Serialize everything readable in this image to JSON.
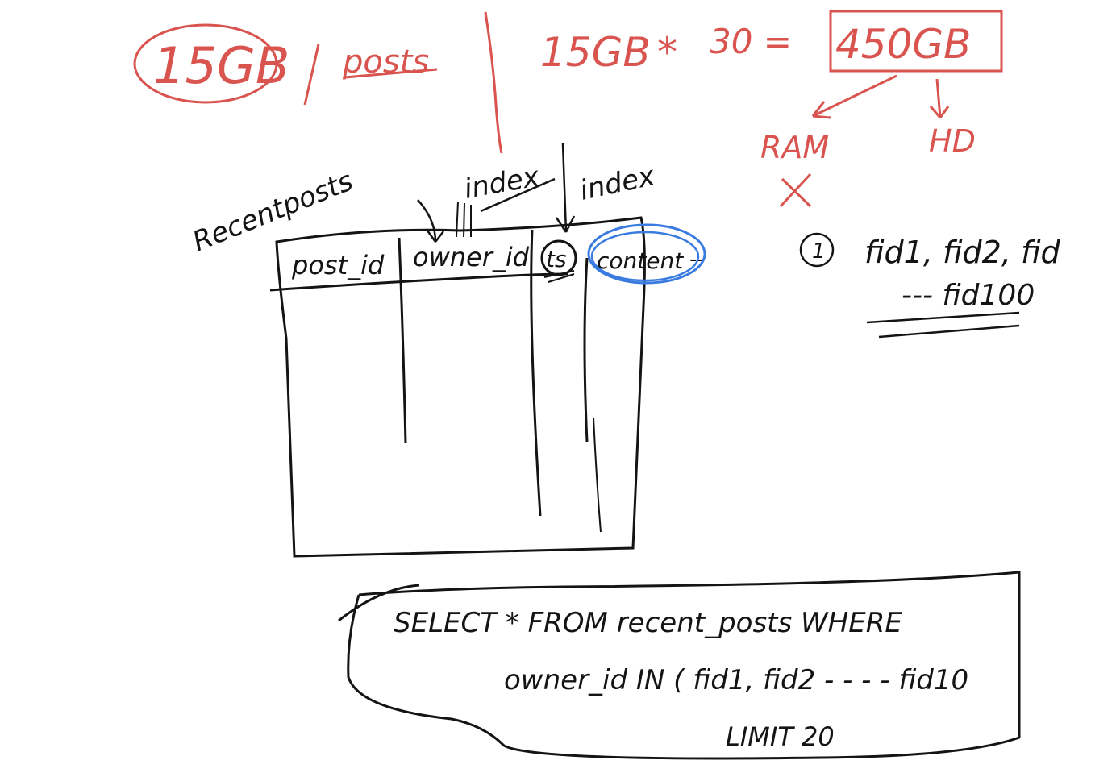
{
  "sizing": {
    "storage": "15GB",
    "divider": "/",
    "unit": "posts",
    "calc_left": "15GB",
    "calc_op": "*",
    "calc_right": "30 =",
    "result": "450GB",
    "options": {
      "ram": "RAM",
      "hd": "HD",
      "ram_mark": "X"
    }
  },
  "table": {
    "name": "Recentposts",
    "columns": [
      "post_id",
      "owner_id",
      "ts",
      "content"
    ],
    "trailing": "--",
    "index_labels": [
      "index",
      "index"
    ]
  },
  "notes": {
    "marker": "1",
    "line1": "fid1, fid2, fid",
    "line2": "--- fid100"
  },
  "query": {
    "line1": "SELECT  *  FROM  recent_posts  WHERE",
    "line2": "owner_id  IN  ( fid1, fid2 - - - - fid10",
    "line3": "LIMIT  20"
  },
  "colors": {
    "ink_red": "#d9534f",
    "ink_black": "#141414",
    "ink_blue": "#3a7be0"
  }
}
